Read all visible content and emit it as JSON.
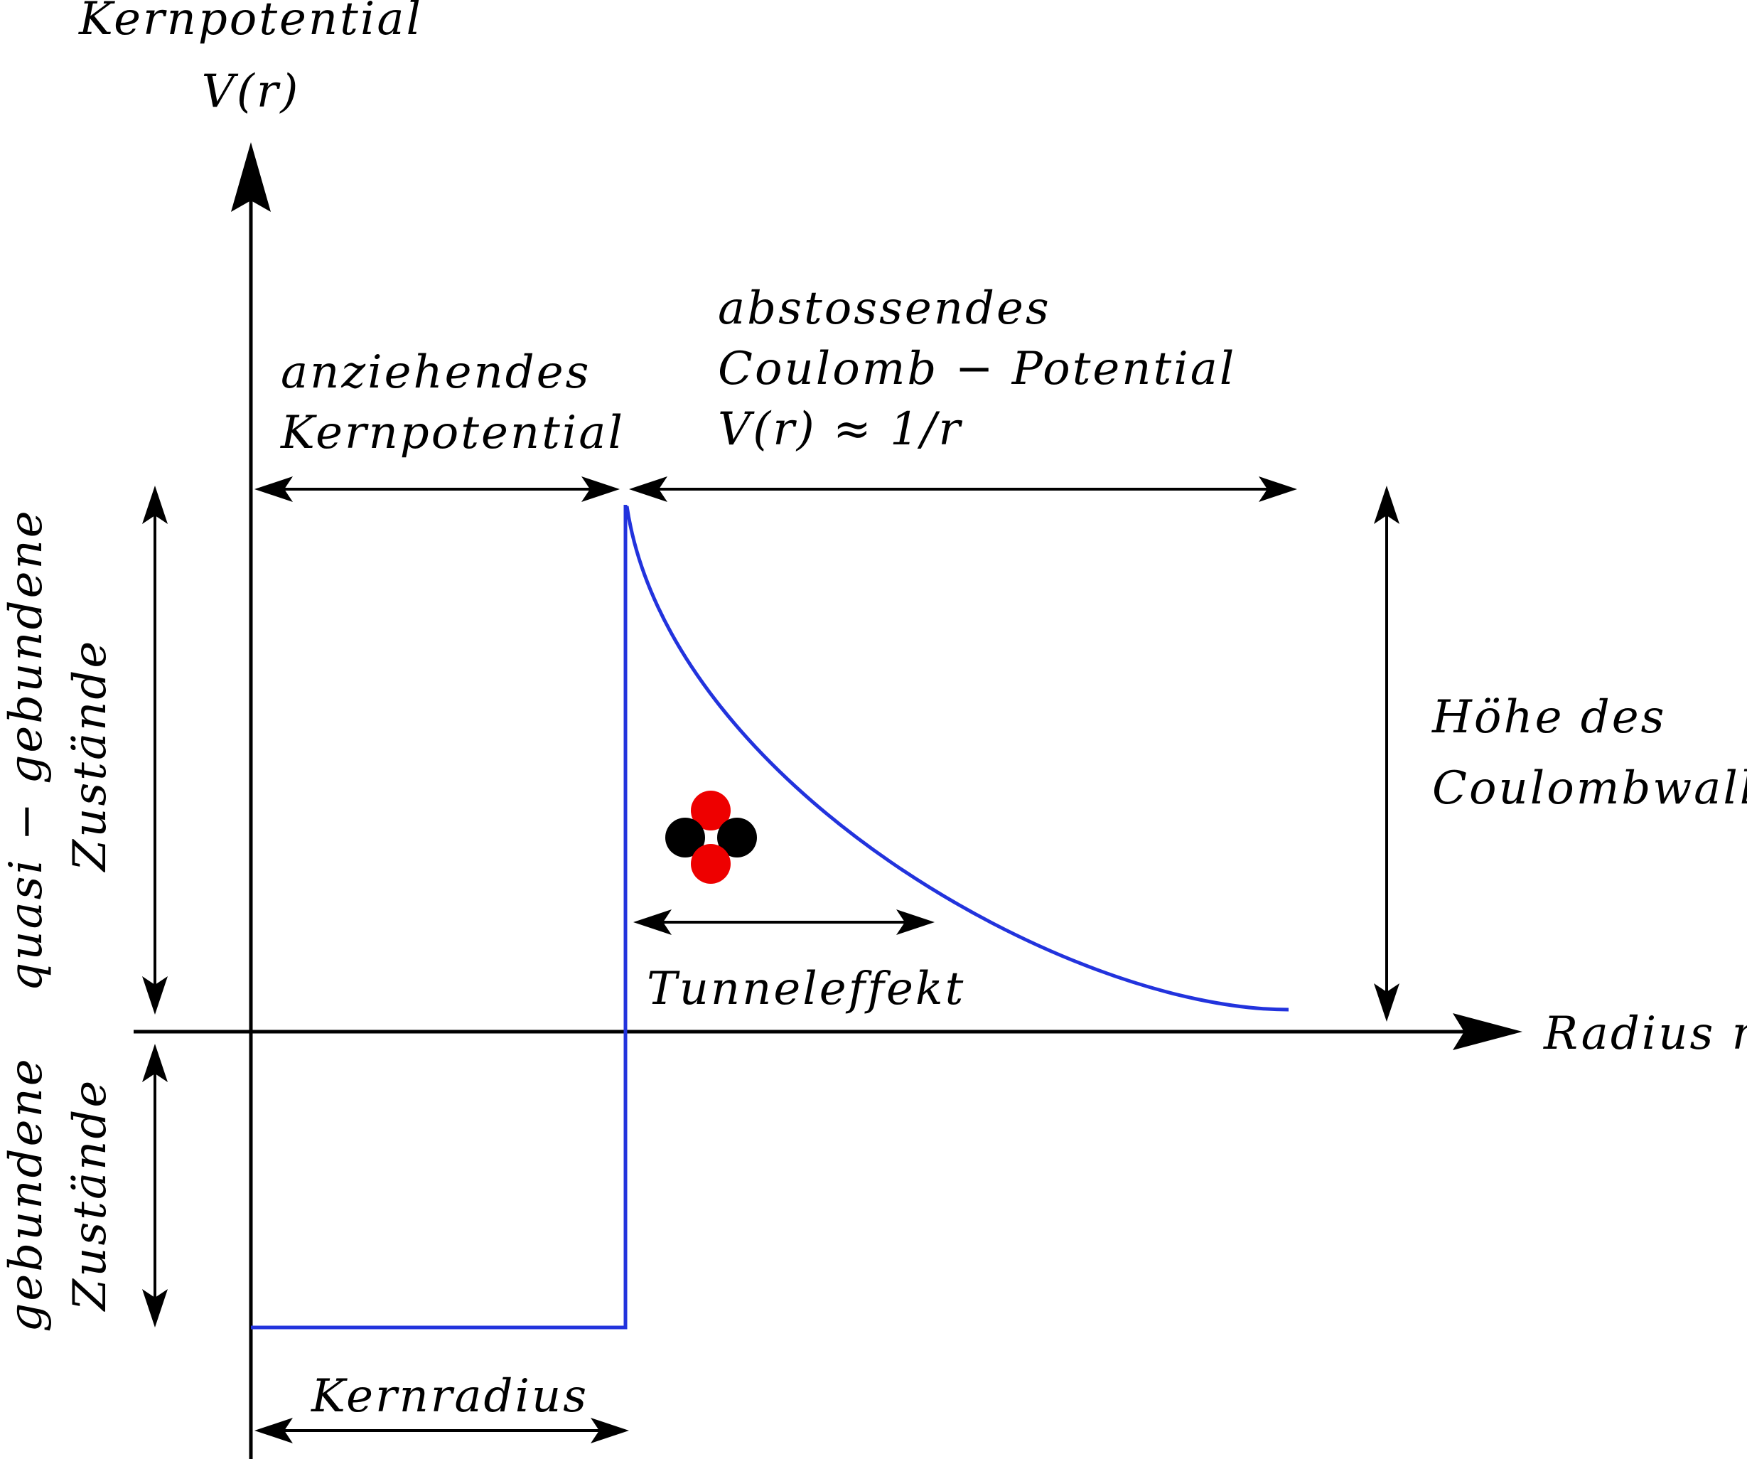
{
  "axes": {
    "y_label_line1": "Kernpotential",
    "y_label_line2": "V(r)",
    "x_label": "Radius  r"
  },
  "annotations": {
    "attractive_line1": "anziehendes",
    "attractive_line2": "Kernpotential",
    "repulsive_line1": "abstossendes",
    "repulsive_line2": "Coulomb − Potential",
    "repulsive_line3": "V(r) ≈ 1/r",
    "barrier_height_line1": "Höhe des",
    "barrier_height_line2": "Coulombwalls",
    "tunnel": "Tunneleffekt",
    "nuclear_radius": "Kernradius",
    "quasi_bound_line1": "quasi − gebundene",
    "quasi_bound_line2": "Zustände",
    "bound_line1": "gebundene",
    "bound_line2": "Zustände"
  },
  "colors": {
    "potential": "#2233dd",
    "proton": "#ee0000",
    "neutron": "#000000"
  },
  "alpha_particle": {
    "nucleons": [
      "proton",
      "neutron",
      "neutron",
      "proton"
    ]
  }
}
